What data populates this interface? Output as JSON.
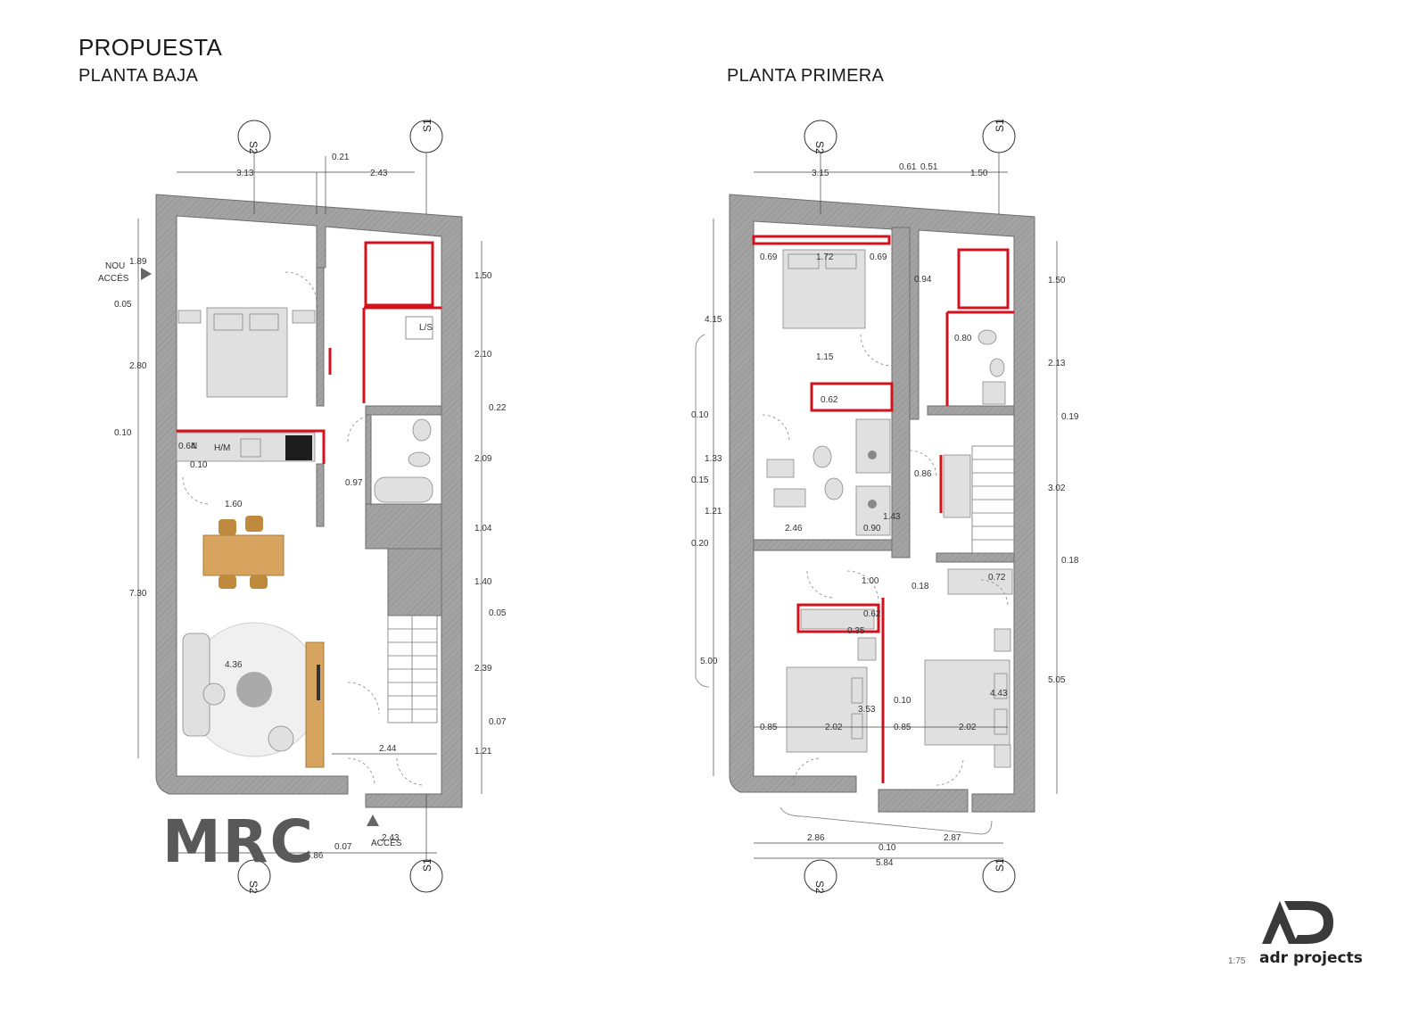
{
  "titles": {
    "main": "PROPUESTA",
    "ground_floor": "PLANTA BAJA",
    "first_floor": "PLANTA PRIMERA"
  },
  "axes": {
    "s1": "S1",
    "s2": "S2"
  },
  "ground_floor": {
    "labels": {
      "new_access": "NOU",
      "new_access_2": "ACCÉS",
      "access": "ACCÉS",
      "laundry": "L/S",
      "washing": "H/M",
      "fridge": "N"
    },
    "dims": {
      "top_left": "3.13",
      "top_right": "2.43",
      "top_small": "0.21",
      "left_1": "1.89",
      "left_2": "0.05",
      "left_3": "2.80",
      "left_4": "0.10",
      "left_5": "7.30",
      "right_1": "1.50",
      "right_2": "2.10",
      "right_3": "0.22",
      "right_4": "2.09",
      "right_5": "1.04",
      "right_6": "1.40",
      "right_7": "0.05",
      "right_8": "2.39",
      "right_9": "0.07",
      "right_10": "1.21",
      "in_1": "0.64",
      "in_2": "0.10",
      "in_3": "1.60",
      "in_4": "0.97",
      "in_5": "4.36",
      "in_6": "2.44",
      "bottom_1": "3.",
      "bottom_2": "0.07",
      "bottom_3": "2.43",
      "bottom_total": "5.86"
    }
  },
  "first_floor": {
    "dims": {
      "top_1": "3.15",
      "top_2": "0.61",
      "top_3": "0.51",
      "top_4": "1.50",
      "bed_1": "0.69",
      "bed_2": "1.72",
      "bed_3": "0.69",
      "left_1": "4.15",
      "left_2": "0.10",
      "left_3": "1.33",
      "left_4": "0.15",
      "left_5": "1.21",
      "left_6": "0.20",
      "left_7": "5.00",
      "right_1": "1.50",
      "right_2": "2.13",
      "right_3": "0.19",
      "right_4": "3.02",
      "right_5": "0.18",
      "right_6": "5.05",
      "in_1": "0.94",
      "in_2": "0.80",
      "in_3": "1.15",
      "in_4": "0.62",
      "in_5": "0.86",
      "in_6": "2.46",
      "in_7": "0.90",
      "in_8": "1.43",
      "in_9": "1.00",
      "in_10": "0.18",
      "in_11": "0.72",
      "in_12": "0.62",
      "in_13": "0.35",
      "in_14": "3.53",
      "in_15": "0.10",
      "in_16": "4.43",
      "in_17": "0.85",
      "in_18": "2.02",
      "in_19": "0.85",
      "in_20": "2.02",
      "bottom_1": "2.86",
      "bottom_2": "0.10",
      "bottom_3": "2.87",
      "bottom_total": "5.84"
    }
  },
  "branding": {
    "watermark": "MRC",
    "company": "adr projects",
    "scale": "1:75"
  },
  "colors": {
    "wall": "#9a9a9a",
    "intervention": "#d3121c",
    "wood": "#d6a45f"
  }
}
